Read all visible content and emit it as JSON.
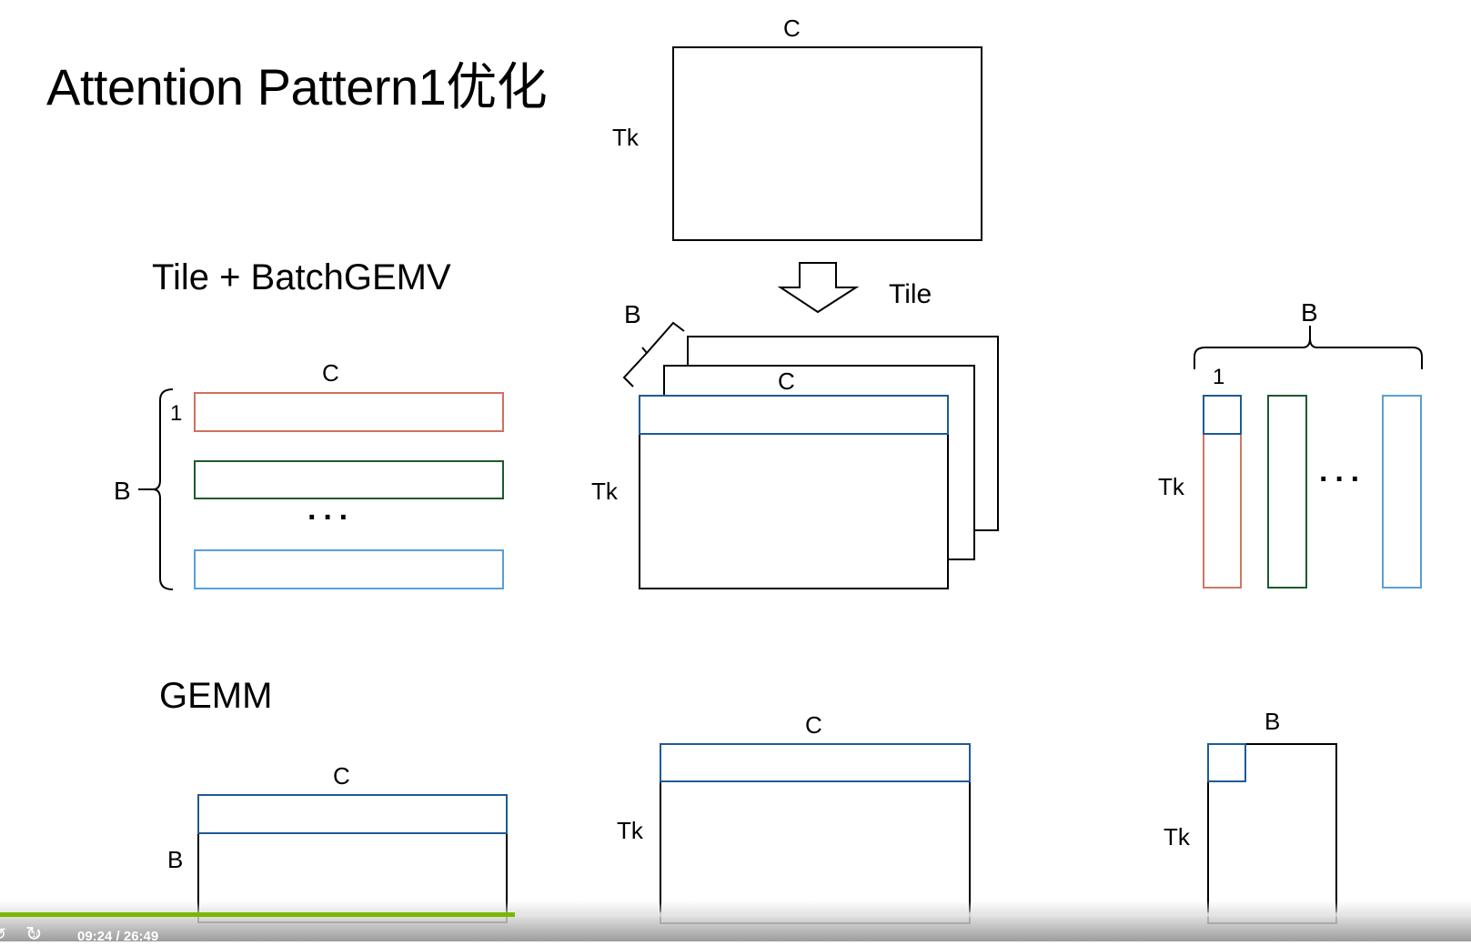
{
  "slide": {
    "title": "Attention Pattern1优化",
    "section_tile": "Tile + BatchGEMV",
    "section_gemm": "GEMM",
    "top_matrix": {
      "col_label": "C",
      "row_label": "Tk"
    },
    "arrow_label": "Tile",
    "stack": {
      "depth_label": "B",
      "col_label": "C",
      "row_label": "Tk"
    },
    "rows_group": {
      "col_label": "C",
      "brace_label": "B",
      "first_row_label": "1",
      "ellipsis": "···"
    },
    "cols_group": {
      "brace_label": "B",
      "first_col_label": "1",
      "row_label": "Tk",
      "ellipsis": "···"
    },
    "gemm_a": {
      "col_label": "C",
      "row_label": "B"
    },
    "gemm_b": {
      "col_label": "C",
      "row_label": "Tk"
    },
    "gemm_c": {
      "col_label": "B",
      "row_label": "Tk"
    },
    "colors": {
      "blue": "#1f5a96",
      "red": "#d0705e",
      "green": "#1f5a2c",
      "light_blue": "#5a9fd6",
      "progress": "#7ab800"
    }
  },
  "player": {
    "time": "09:24 / 26:49",
    "progress_fraction": 0.35,
    "forward_label": "10"
  }
}
